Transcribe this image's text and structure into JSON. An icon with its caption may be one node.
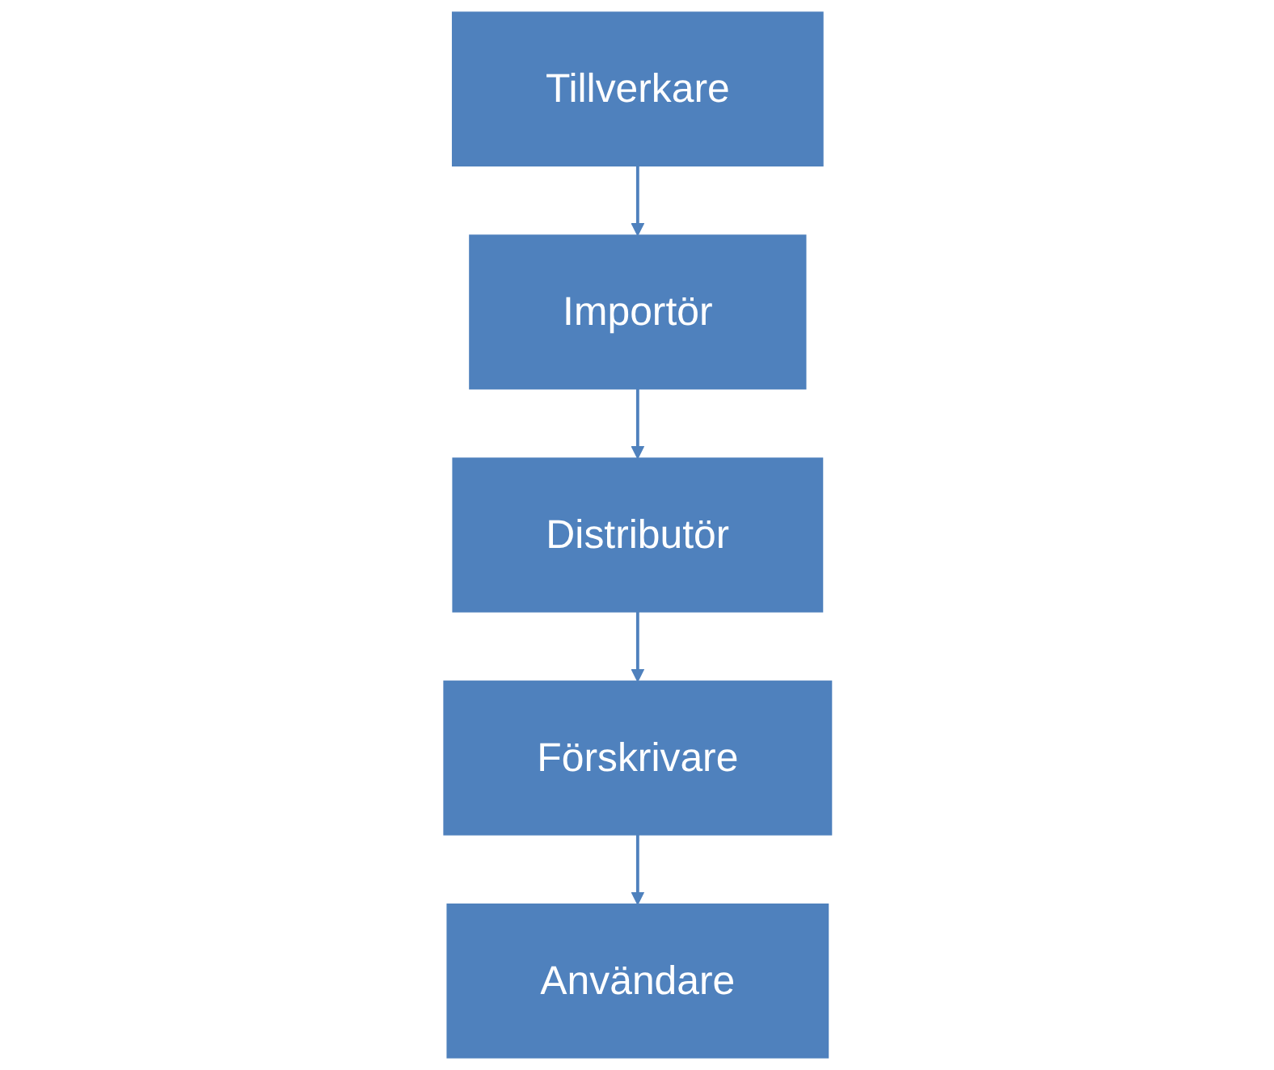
{
  "diagram": {
    "nodes": [
      {
        "text": [
          "Tillverkare"
        ]
      },
      {
        "text": [
          "Importör"
        ]
      },
      {
        "text": [
          "Distributör"
        ]
      },
      {
        "text": [
          "Förskrivare"
        ]
      },
      {
        "text": [
          "Användare"
        ]
      }
    ],
    "edges": [
      {
        "from": 0,
        "to": 1,
        "arrow": "to"
      },
      {
        "from": 1,
        "to": 2,
        "arrow": "to"
      },
      {
        "from": 2,
        "to": 3,
        "arrow": "to"
      },
      {
        "from": 3,
        "to": 4,
        "arrow": "to"
      }
    ]
  }
}
